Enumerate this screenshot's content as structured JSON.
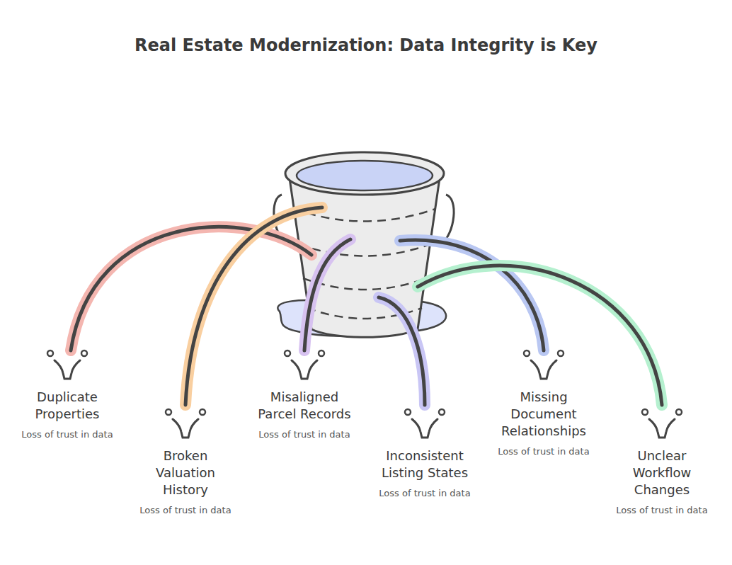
{
  "diagram": {
    "title": "Real Estate Modernization: Data Integrity is Key",
    "labels": [
      "Duplicate Properties",
      "Loss of trust in data",
      "Broken Valuation History",
      "Loss of trust in data",
      "Misaligned Parcel Records",
      "Loss of trust in data",
      "Inconsistent Listing States",
      "Loss of trust in data",
      "Missing Document Relationships",
      "Loss of trust in data",
      "Unclear Workflow Changes",
      "Loss of trust in data"
    ]
  }
}
